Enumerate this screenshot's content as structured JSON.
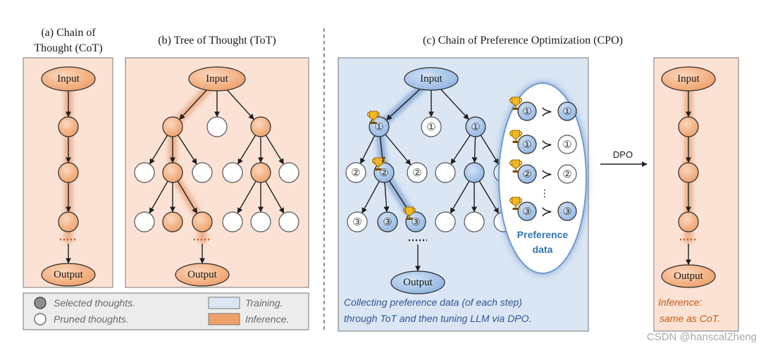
{
  "figure": {
    "cot": {
      "title_line1": "(a) Chain of",
      "title_line2": "Thought (CoT)",
      "input": "Input",
      "output": "Output"
    },
    "tot": {
      "title": "(b) Tree of Thought (ToT)",
      "input": "Input",
      "output": "Output"
    },
    "cpo": {
      "title": "(c) Chain of Preference Optimization (CPO)",
      "input": "Input",
      "output": "Output",
      "step_labels": [
        "①",
        "②",
        "③"
      ],
      "caption_line1": "Collecting preference data (of each step)",
      "caption_line2": "through ToT and then tuning LLM via DPO.",
      "preference": {
        "relation": "≻",
        "continuation": "⋮",
        "label_line1": "Preference",
        "label_line2": "data"
      },
      "dpo_label": "DPO",
      "inference": {
        "input": "Input",
        "output": "Output",
        "note_line1": "Inference:",
        "note_line2": "same as CoT."
      }
    }
  },
  "legend": {
    "selected": "Selected thoughts.",
    "pruned": "Pruned thoughts.",
    "training": "Training.",
    "inference": "Inference."
  },
  "colors": {
    "inference_fill": "#fbe2d5",
    "training_fill": "#dae6f3",
    "orange_node": "#ef9f68",
    "blue_node": "#8fb4e2",
    "caption_blue": "#2f5597",
    "preference_blue": "#2e75b6",
    "note_orange": "#c55a11",
    "legend_gray": "#6b6b6b"
  },
  "watermark": "CSDN @hanscalZheng"
}
